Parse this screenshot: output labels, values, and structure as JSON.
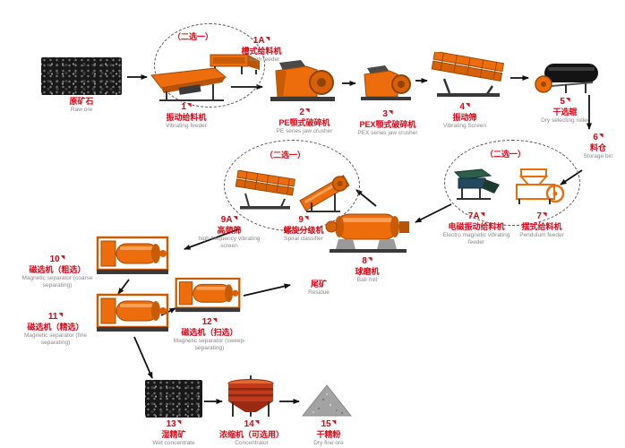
{
  "diagram": {
    "choose_one": "（二选一）",
    "pointer_glyph": "◥",
    "colors": {
      "equipment_orange": "#ed6d0d",
      "label_red": "#e60012",
      "english_gray": "#8a8a8a",
      "line_black": "#111111",
      "feeder_green": "#2c5f4c",
      "concentrator_red": "#c23a1c"
    },
    "nodes": {
      "raw_ore": {
        "num": "",
        "zh": "原矿石",
        "en": "Raw ore"
      },
      "trough_feeder": {
        "num": "1A",
        "zh": "槽式给料机",
        "en": "Trough feeder"
      },
      "vibrating_feeder": {
        "num": "1",
        "zh": "振动给料机",
        "en": "Vibrating feeder"
      },
      "pe_jaw_crusher": {
        "num": "2",
        "zh": "PE颚式破碎机",
        "en": "PE series jaw crusher"
      },
      "pex_jaw_crusher": {
        "num": "3",
        "zh": "PEX颚式破碎机",
        "en": "PEX series jaw crusher"
      },
      "vibrating_screen": {
        "num": "4",
        "zh": "振动筛",
        "en": "Vibrating Screen"
      },
      "dry_roller": {
        "num": "5",
        "zh": "干选辊",
        "en": "Dry selecting roller"
      },
      "storage_bin": {
        "num": "6",
        "zh": "料仓",
        "en": "Storage bin"
      },
      "pendulum_feeder": {
        "num": "7",
        "zh": "摆式给料机",
        "en": "Pendulum feeder"
      },
      "electro_feeder": {
        "num": "7A",
        "zh": "电磁振动给料机",
        "en": "Electro magnetic vibrating feeder"
      },
      "ball_mill": {
        "num": "8",
        "zh": "球磨机",
        "en": "Ball mill"
      },
      "spiral_classifier": {
        "num": "9",
        "zh": "螺旋分级机",
        "en": "Spiral classifier"
      },
      "high_freq_screen": {
        "num": "9A",
        "zh": "高频筛",
        "en": "high frequency vibrating screen"
      },
      "mag_sep_coarse": {
        "num": "10",
        "zh": "磁选机（粗选）",
        "en": "Magnetic separator (coarse separating)"
      },
      "mag_sep_fine": {
        "num": "11",
        "zh": "磁选机（精选）",
        "en": "Magnetic separator (fine separating)"
      },
      "mag_sep_sweep": {
        "num": "12",
        "zh": "磁选机（扫选）",
        "en": "Magnetic separator (sweep-separating)"
      },
      "residue": {
        "num": "",
        "zh": "尾矿",
        "en": "Residue"
      },
      "wet_concentrate": {
        "num": "13",
        "zh": "湿精矿",
        "en": "Wet concentrate"
      },
      "concentrator": {
        "num": "14",
        "zh": "浓缩机（可选用）",
        "en": "Concentrator"
      },
      "dry_fine_ore": {
        "num": "15",
        "zh": "干精粉",
        "en": "Dry fine ore"
      }
    }
  }
}
